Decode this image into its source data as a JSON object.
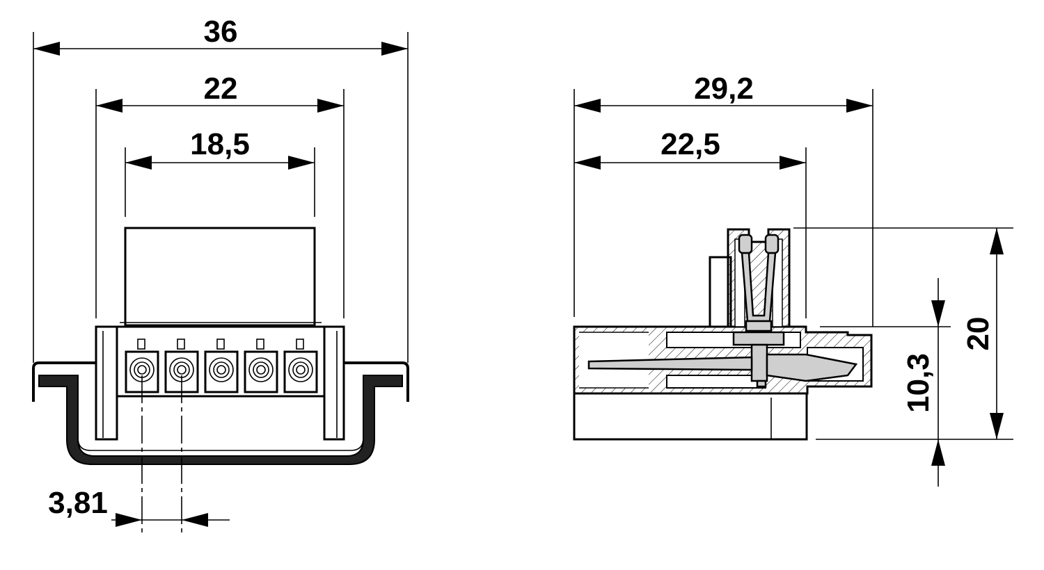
{
  "front_view": {
    "dimensions": {
      "overall_width": "36",
      "housing_width": "22",
      "plug_width": "18,5",
      "pitch": "3,81"
    },
    "contact_count": 5
  },
  "side_view": {
    "dimensions": {
      "overall_depth": "29,2",
      "housing_depth": "22,5",
      "overall_height": "20",
      "rail_offset_height": "10,3"
    }
  },
  "colors": {
    "line": "#000000",
    "contact_fill": "#cfcfcf",
    "background": "#ffffff"
  }
}
